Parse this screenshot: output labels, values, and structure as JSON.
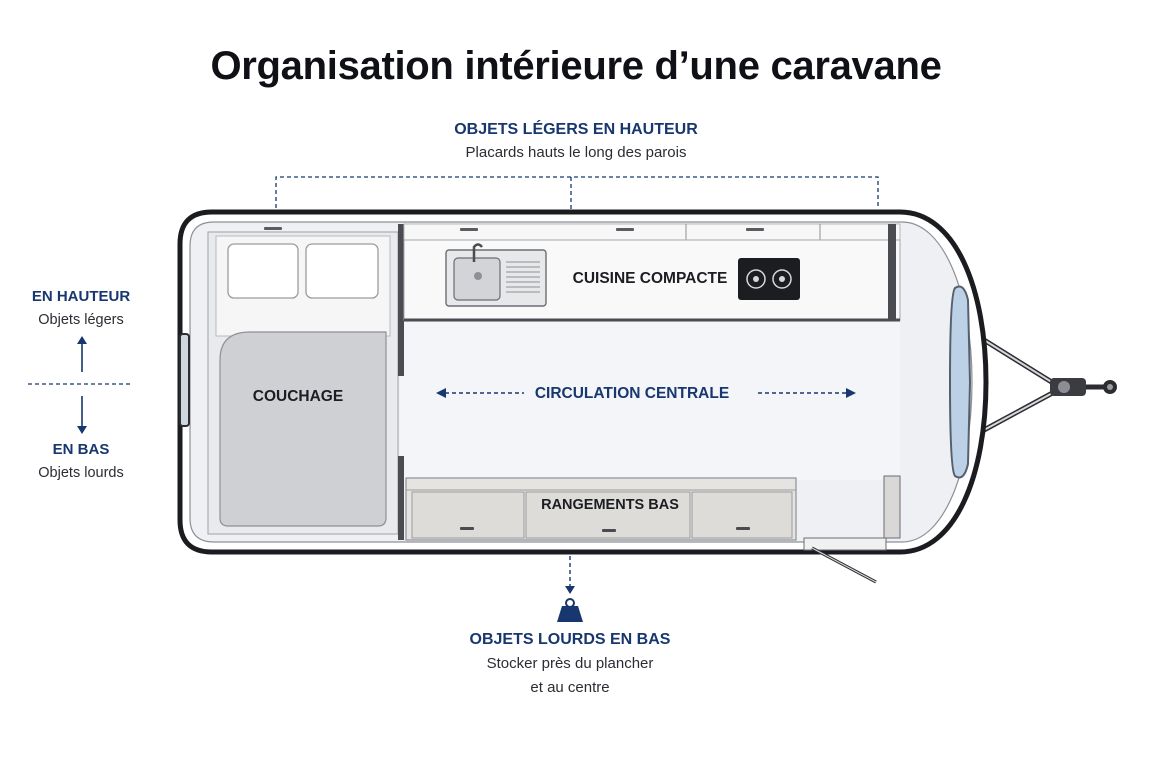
{
  "title": "Organisation intérieure d’une caravane",
  "top_callout": {
    "heading": "OBJETS LÉGERS EN HAUTEUR",
    "subtext": "Placards hauts le long des parois"
  },
  "left_legend": {
    "top_heading": "EN HAUTEUR",
    "top_subtext": "Objets légers",
    "bottom_heading": "EN BAS",
    "bottom_subtext": "Objets lourds"
  },
  "bottom_callout": {
    "heading": "OBJETS LOURDS EN BAS",
    "subtext_line1": "Stocker près du plancher",
    "subtext_line2": "et au centre"
  },
  "zones": {
    "bed": "COUCHAGE",
    "kitchen": "CUISINE COMPACTE",
    "aisle": "CIRCULATION CENTRALE",
    "lower_storage": "RANGEMENTS BAS"
  },
  "colors": {
    "accent_navy": "#17376e",
    "body_outline": "#1a1c20",
    "floor": "#f4f5f8",
    "mattress": "#cfd0d3"
  },
  "icons": [
    "weight-icon",
    "sink-icon",
    "cooktop-icon",
    "hitch-icon"
  ]
}
